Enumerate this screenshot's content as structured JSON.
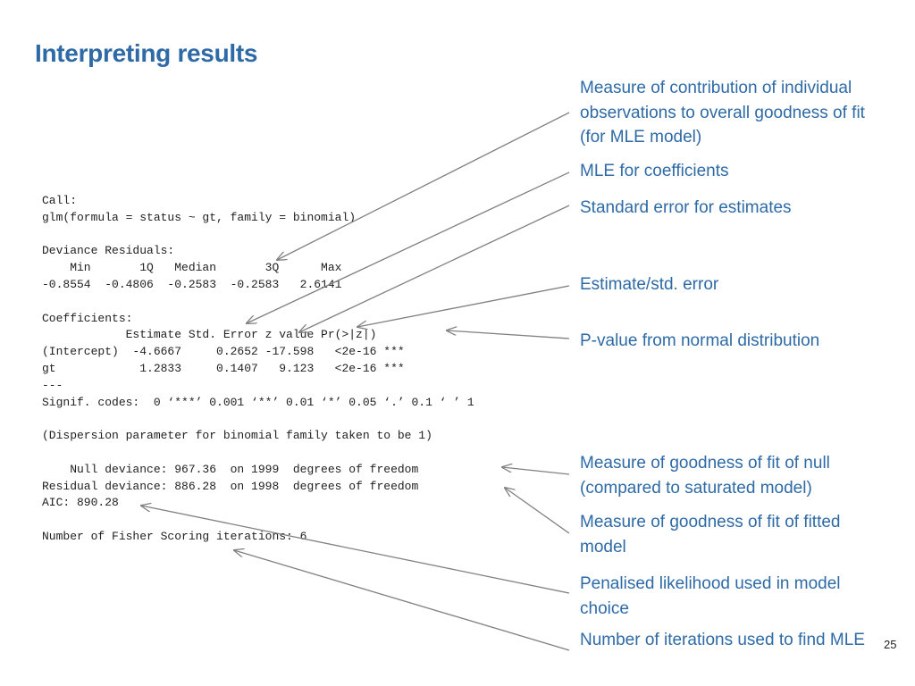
{
  "slide": {
    "title": "Interpreting results",
    "page_number": "25"
  },
  "code_lines": [
    "Call:",
    "glm(formula = status ~ gt, family = binomial)",
    "",
    "Deviance Residuals:",
    "    Min       1Q   Median       3Q      Max",
    "-0.8554  -0.4806  -0.2583  -0.2583   2.6141",
    "",
    "Coefficients:",
    "            Estimate Std. Error z value Pr(>|z|)",
    "(Intercept)  -4.6667     0.2652 -17.598   <2e-16 ***",
    "gt            1.2833     0.1407   9.123   <2e-16 ***",
    "---",
    "Signif. codes:  0 ‘***’ 0.001 ‘**’ 0.01 ‘*’ 0.05 ‘.’ 0.1 ‘ ’ 1",
    "",
    "(Dispersion parameter for binomial family taken to be 1)",
    "",
    "    Null deviance: 967.36  on 1999  degrees of freedom",
    "Residual deviance: 886.28  on 1998  degrees of freedom",
    "AIC: 890.28",
    "",
    "Number of Fisher Scoring iterations: 6"
  ],
  "annotations": {
    "deviance_residuals": "Measure of contribution of individual observations to overall goodness of fit (for MLE model)",
    "mle_coefficients": "MLE for coefficients",
    "standard_error": "Standard error for estimates",
    "z_value": "Estimate/std. error",
    "p_value": "P-value from normal distribution",
    "null_deviance": "Measure of goodness of fit of null (compared to saturated model)",
    "residual_deviance": "Measure of goodness of fit of fitted model",
    "aic": "Penalised likelihood used in model choice",
    "iterations": "Number of iterations used to find MLE"
  },
  "colors": {
    "title": "#2e6aa6",
    "annotation_text": "#2e6aa6",
    "arrow": "#808080",
    "code_text": "#222222"
  }
}
